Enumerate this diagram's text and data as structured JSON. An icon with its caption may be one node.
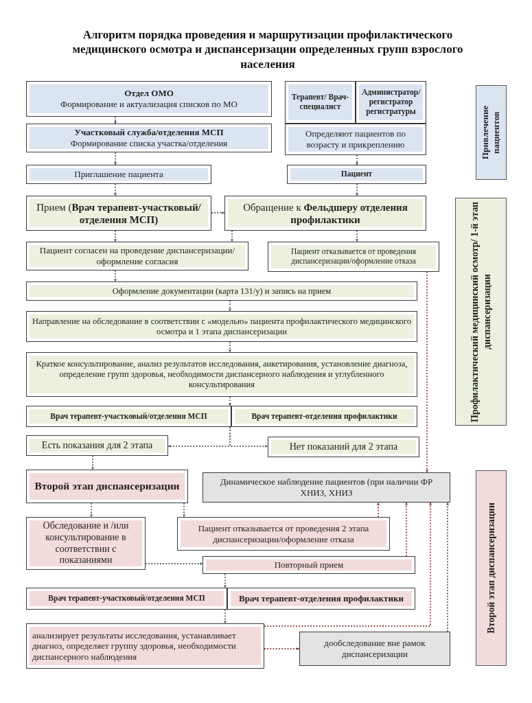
{
  "diagram": {
    "title": "Алгоритм порядка проведения и маршрутизации профилактического медицинского осмотра и диспансеризации определенных групп взрослого населения",
    "nodes": [
      {
        "text": [
          "Отдел ОМО",
          "Формирование и актуализация списков по МО"
        ]
      },
      {
        "text": [
          "Терапевт/ Врач-специалист"
        ]
      },
      {
        "text": [
          "Администратор/ регистратор регистратуры"
        ]
      },
      {
        "text": [
          "Определяют пациентов по возрасту и прикреплению"
        ]
      },
      {
        "text": [
          "Участковый служба/отделения МСП",
          "Формирование списка участка/отделения"
        ]
      },
      {
        "text": [
          "Приглашение пациента"
        ]
      },
      {
        "text": [
          "Пациент"
        ]
      },
      {
        "text": [
          "Прием (**Врач терапевт-участковый/отделения МСП)**"
        ]
      },
      {
        "text": [
          "Обращение к **Фельдшеру отделения профилактики**"
        ]
      },
      {
        "text": [
          "Пациент согласен на проведение диспансеризации/оформление согласия"
        ]
      },
      {
        "text": [
          "Пациент отказывается от проведения диспансеризации/оформление отказа"
        ]
      },
      {
        "text": [
          "Оформление документации (карта 131/у) и запись на прием"
        ]
      },
      {
        "text": [
          "Направление на обследование в соответствии с «моделью» пациента профилактического медицинского осмотра и 1 этапа диспансеризации"
        ]
      },
      {
        "text": [
          "Краткое консультирование, анализ результатов исследования, анкетирования, установление диагноза, определение групп здоровья, необходимости диспансерного наблюдения и углубленного консультирования"
        ]
      },
      {
        "text": [
          "Врач терапевт-участковый/отделения МСП"
        ]
      },
      {
        "text": [
          "Врач терапевт-отделения профилактики"
        ]
      },
      {
        "text": [
          "Есть показания для 2 этапа"
        ]
      },
      {
        "text": [
          "Нет показаний для 2 этапа"
        ]
      },
      {
        "text": [
          "Второй этап диспансеризации"
        ]
      },
      {
        "text": [
          "Динамическое наблюдение пациентов (при наличии ФР ХНИЗ, ХНИЗ"
        ]
      },
      {
        "text": [
          "Обследование и /или консультирование в соответствии с показаниями"
        ]
      },
      {
        "text": [
          "Пациент отказывается от проведения 2 этапа диспансеризации/оформление отказа"
        ]
      },
      {
        "text": [
          "Повторный прием"
        ]
      },
      {
        "text": [
          "Врач терапевт-участковый/отделения МСП"
        ]
      },
      {
        "text": [
          "Врач терапевт-отделения профилактики"
        ]
      },
      {
        "text": [
          "анализирует результаты исследования, устанавливает диагноз, определяет группу здоровья, необходимости диспансерного наблюдения"
        ]
      },
      {
        "text": [
          "дообследование вне рамок диспансеризации"
        ]
      },
      {
        "text": [
          "Привлечение пациентов"
        ]
      },
      {
        "text": [
          "Профилактический медицинский осмотр/ 1-й этап диспансеризации"
        ]
      },
      {
        "text": [
          "Второй этап диспансеризации"
        ]
      }
    ],
    "edges": [
      {
        "from": 0,
        "to": 4,
        "arrow": "to"
      },
      {
        "from": 3,
        "to": 6,
        "arrow": "to"
      },
      {
        "from": 4,
        "to": 5,
        "arrow": "to"
      },
      {
        "from": 5,
        "to": 7,
        "arrow": "to"
      },
      {
        "from": 6,
        "to": 8,
        "arrow": "to"
      },
      {
        "from": 7,
        "to": 8,
        "arrow": "to"
      },
      {
        "from": 7,
        "to": 9,
        "arrow": "to"
      },
      {
        "from": 8,
        "to": 9,
        "arrow": "to"
      },
      {
        "from": 8,
        "to": 10,
        "arrow": "to"
      },
      {
        "from": 9,
        "to": 11,
        "arrow": "to"
      },
      {
        "from": 11,
        "to": 12,
        "arrow": "to"
      },
      {
        "from": 12,
        "to": 13,
        "arrow": "to"
      },
      {
        "from": 13,
        "to": 14,
        "arrow": "to"
      },
      {
        "from": 14,
        "to": 16,
        "arrow": "to"
      },
      {
        "from": 14,
        "to": 17,
        "arrow": "to"
      },
      {
        "from": 16,
        "to": 18,
        "arrow": "to"
      },
      {
        "from": 10,
        "to": 19,
        "arrow": "to",
        "color": "#8b3a3a"
      },
      {
        "from": 18,
        "to": 20,
        "arrow": "to"
      },
      {
        "from": 18,
        "to": 21,
        "arrow": "to"
      },
      {
        "from": 20,
        "to": 22,
        "arrow": "to"
      },
      {
        "from": 22,
        "to": 23,
        "arrow": "to"
      },
      {
        "from": 23,
        "to": 25,
        "arrow": "to"
      },
      {
        "from": 21,
        "to": 19,
        "arrow": "to",
        "color": "#8b3a3a"
      },
      {
        "from": 22,
        "to": 19,
        "arrow": "to",
        "color": "#8b3a3a"
      },
      {
        "from": 25,
        "to": 19,
        "arrow": "to",
        "color": "#8b3a3a"
      },
      {
        "from": 26,
        "to": 19,
        "arrow": "to",
        "color": "#8b3a3a"
      },
      {
        "from": 25,
        "to": 26,
        "arrow": "to",
        "color": "#8b3a3a"
      }
    ]
  }
}
